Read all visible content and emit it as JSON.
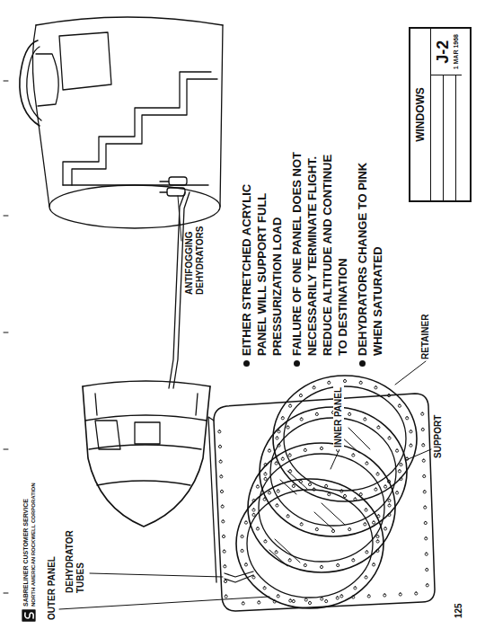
{
  "diagram": {
    "nodes": [
      {
        "text": [
          "WINDOWS",
          "J-2",
          "1 MAR 1968"
        ]
      }
    ],
    "labels": [
      "ANTIFOGGING DEHYDRATORS",
      "EITHER STRETCHED ACRYLIC PANEL WILL SUPPORT FULL PRESSURIZATION LOAD",
      "FAILURE OF ONE PANEL DOES NOT NECESSARILY TERMINATE FLIGHT. REDUCE ALTITUDE AND CONTINUE TO DESTINATION",
      "DEHYDRATORS CHANGE TO PINK WHEN SATURATED",
      "RETAINER",
      "INNER PANEL",
      "SUPPORT",
      "OUTER PANEL",
      "DEHYDRATOR TUBES",
      "SABRELINER CUSTOMER SERVICE",
      "NORTH AMERICAN ROCKWELL CORPORATION",
      "125"
    ]
  }
}
